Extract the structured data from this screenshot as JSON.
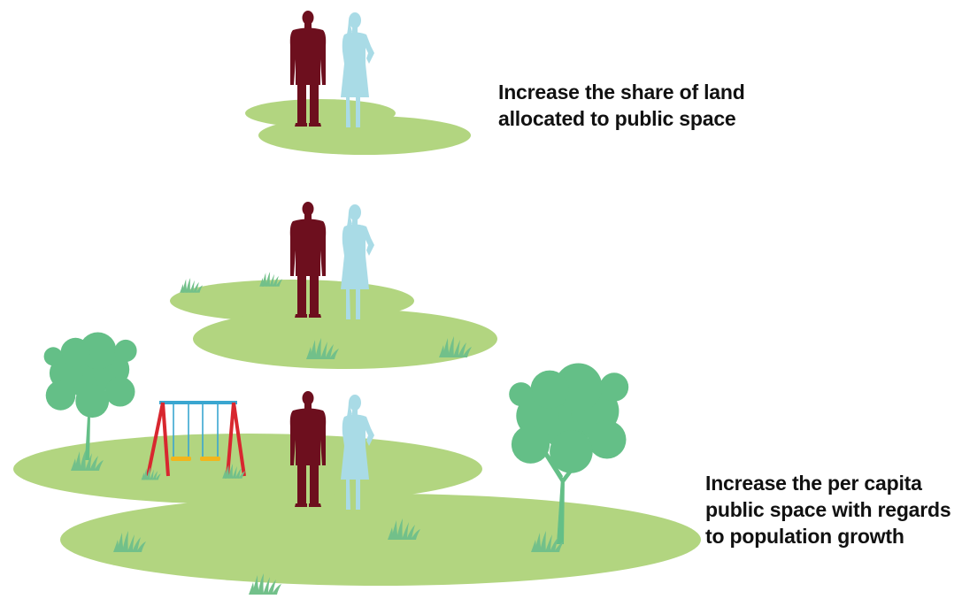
{
  "captions": {
    "top": {
      "line1": "Increase the share of land",
      "line2": "allocated to public space"
    },
    "bottom": {
      "line1": "Increase the per capita",
      "line2": "public space with regards",
      "line3": "to population growth"
    }
  },
  "colors": {
    "ground": "#b2d580",
    "tree": "#64bf87",
    "grass": "#72c08a",
    "man": "#6d0f1e",
    "woman": "#a9dbe6",
    "swing_frame": "#d8272f",
    "swing_bar": "#3aa6d0",
    "swing_seat": "#f2b51c",
    "text": "#111111"
  },
  "icons": [
    "man-silhouette-icon",
    "woman-silhouette-icon",
    "tree-icon",
    "swing-set-icon",
    "grass-tuft-icon"
  ]
}
